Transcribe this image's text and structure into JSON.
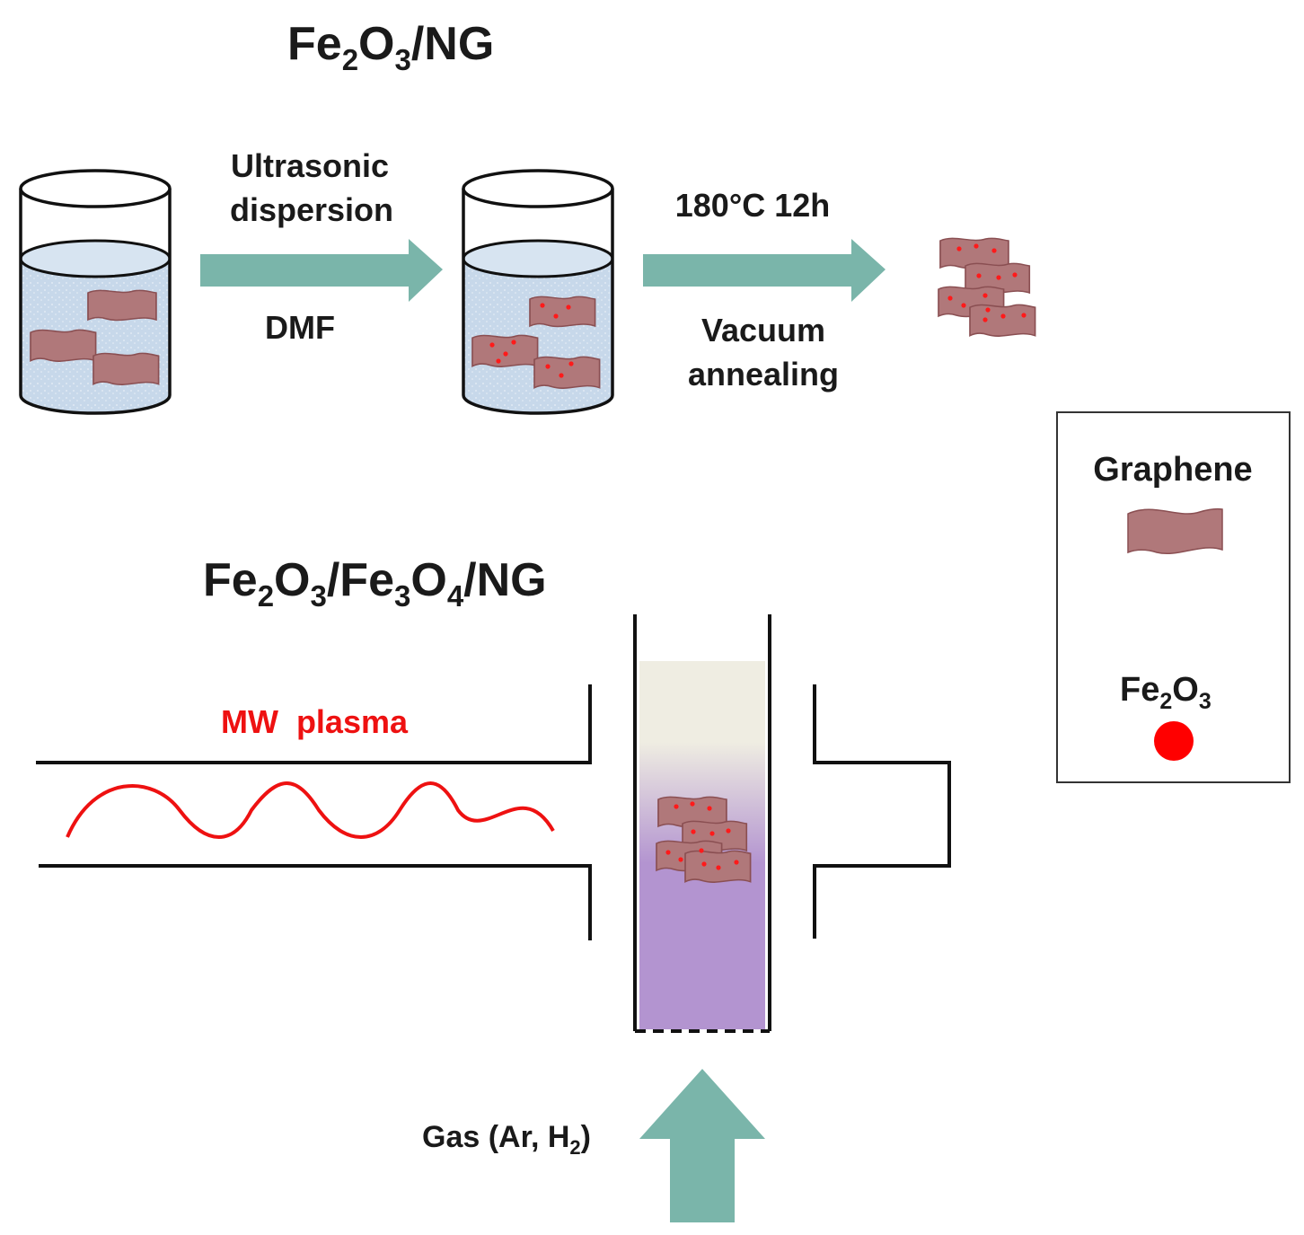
{
  "top_section": {
    "title": {
      "main": "Fe",
      "sub1": "2",
      "mid": "O",
      "sub2": "3",
      "tail": "/NG"
    },
    "step1": {
      "above_line1": "Ultrasonic",
      "above_line2": "dispersion",
      "below": "DMF"
    },
    "step2": {
      "above": "180°C 12h",
      "below_line1": "Vacuum",
      "below_line2": "annealing"
    }
  },
  "bottom_section": {
    "title": {
      "p1": "Fe",
      "s1": "2",
      "p2": "O",
      "s2": "3",
      "p3": "/Fe",
      "s3": "3",
      "p4": "O",
      "s4": "4",
      "p5": "/NG"
    },
    "plasma_label": "MW  plasma",
    "gas_label": {
      "prefix": "Gas (Ar, H",
      "sub": "2",
      "suffix": ")"
    }
  },
  "legend": {
    "graphene_label": "Graphene",
    "fe2o3": {
      "main": "Fe",
      "sub1": "2",
      "mid": "O",
      "sub2": "3"
    }
  },
  "colors": {
    "arrow": "#7ab5aa",
    "graphene": "#b0787a",
    "graphene_edge": "#8a4f52",
    "particle": "#ff0000",
    "wave": "#ee1111",
    "liquid": "#c7d8ea",
    "plasma_top": "#efede2",
    "plasma_bottom": "#b394d0"
  },
  "icons": [
    "beaker-icon",
    "graphene-sheet-icon",
    "fe2o3-particle-icon",
    "arrow-right-icon",
    "arrow-up-icon",
    "microwave-wave-icon",
    "reactor-tube-icon",
    "waveguide-icon"
  ]
}
